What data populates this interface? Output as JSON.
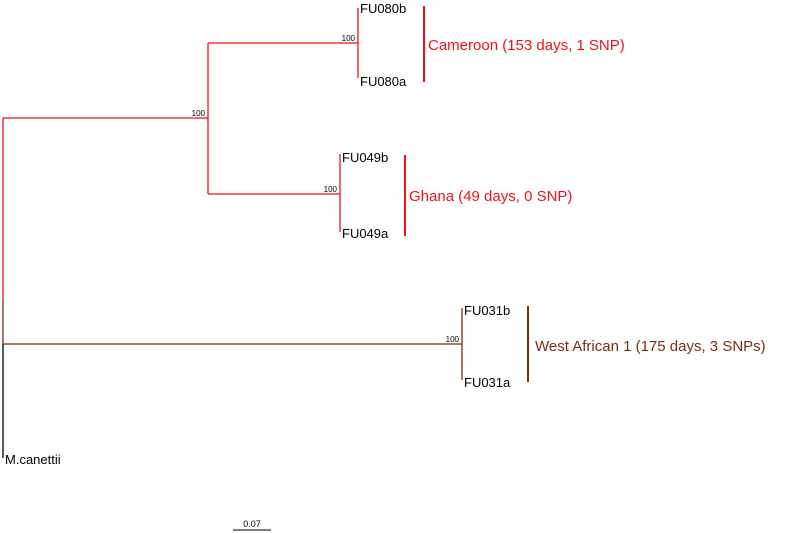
{
  "colors": {
    "red_clade": "#e8141c",
    "brown_clade": "#7a2e0e",
    "outgroup": "#000000",
    "text": "#000000"
  },
  "leaves": {
    "fu080b": "FU080b",
    "fu080a": "FU080a",
    "fu049b": "FU049b",
    "fu049a": "FU049a",
    "fu031b": "FU031b",
    "fu031a": "FU031a",
    "outgroup": "M.canettii"
  },
  "bootstrap": {
    "cameroon_node": "100",
    "red_clade_node": "100",
    "ghana_node": "100",
    "west_african_node": "100"
  },
  "clades": {
    "cameroon": "Cameroon (153 days, 1 SNP)",
    "ghana": "Ghana (49 days, 0 SNP)",
    "west_african": "West African 1 (175 days, 3 SNPs)"
  },
  "scale_bar": {
    "label": "0.07"
  }
}
